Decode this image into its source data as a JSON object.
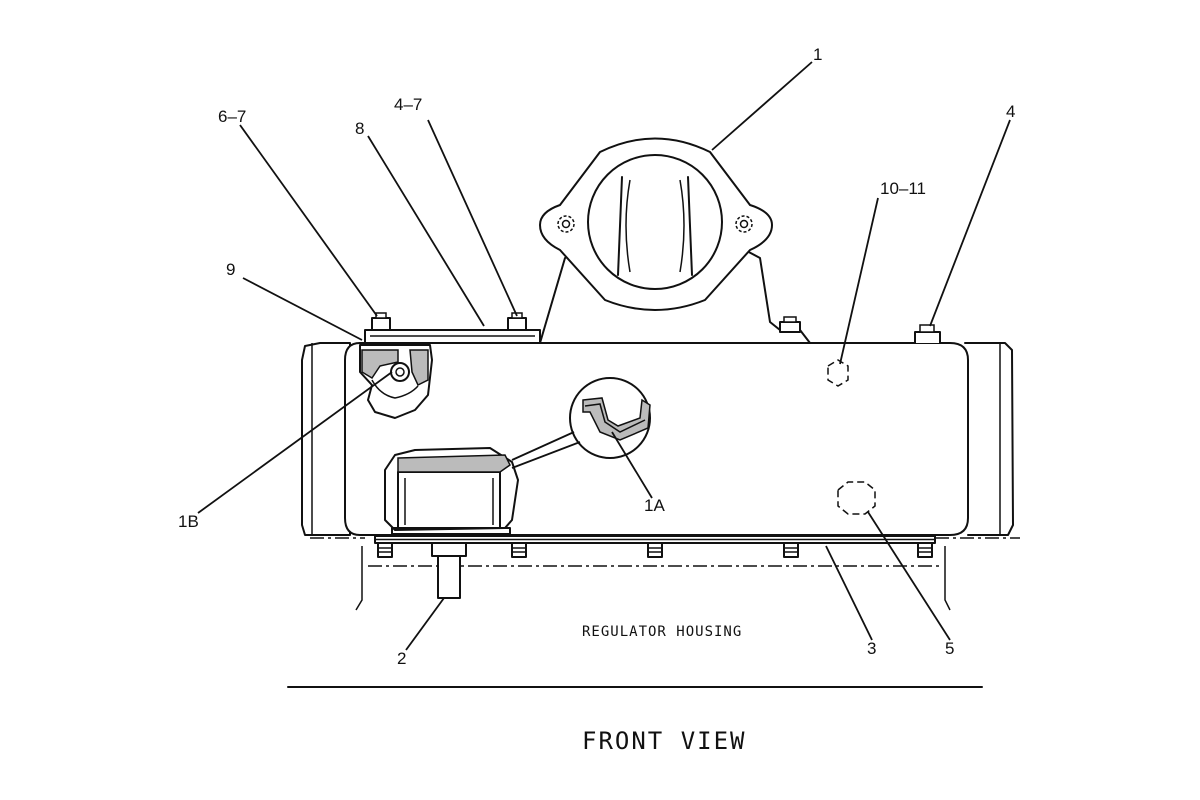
{
  "callouts": {
    "c1": "1",
    "c4": "4",
    "c6_7": "6–7",
    "c8": "8",
    "c4_7": "4–7",
    "c10_11": "10–11",
    "c9": "9",
    "c1B": "1B",
    "c1A": "1A",
    "c2": "2",
    "c3": "3",
    "c5": "5"
  },
  "labels": {
    "regulator_housing": "REGULATOR HOUSING",
    "view_title": "FRONT VIEW"
  }
}
